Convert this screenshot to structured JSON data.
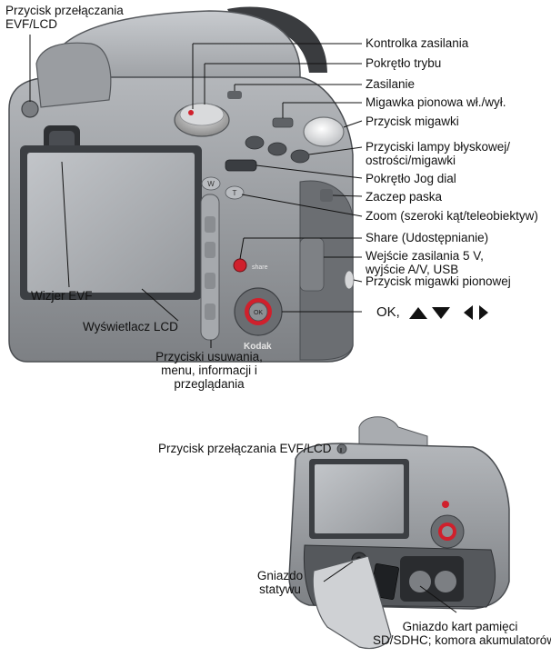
{
  "labels": {
    "evf_lcd_button": [
      "Przycisk przełączania",
      "EVF/LCD"
    ],
    "power_light": "Kontrolka zasilania",
    "mode_dial": "Pokrętło trybu",
    "power": "Zasilanie",
    "vertical_shutter_onoff": "Migawka pionowa wł./wył.",
    "shutter_button": "Przycisk migawki",
    "flash_focus_shutter_buttons": [
      "Przyciski lampy błyskowej/",
      "ostrości/migawki"
    ],
    "jog_dial": "Pokrętło Jog dial",
    "strap_post": "Zaczep paska",
    "zoom": "Zoom (szeroki kąt/teleobiektyw)",
    "share": "Share (Udostępnianie)",
    "ports": [
      "Wejście zasilania 5 V,",
      "wyjście A/V, USB"
    ],
    "vertical_shutter_button": "Przycisk migawki pionowej",
    "ok": "OK,",
    "evf": "Wizjer EVF",
    "lcd": "Wyświetlacz LCD",
    "delete_menu_info_review": [
      "Przyciski usuwania,",
      "menu, informacji i",
      "przeglądania"
    ],
    "evf_lcd_button_bottom": "Przycisk przełączania EVF/LCD",
    "tripod_socket": [
      "Gniazdo",
      "statywu"
    ],
    "card_battery": [
      "Gniazdo kart pamięci",
      "SD/SDHC; komora akumulatorów"
    ]
  },
  "camera_marks": {
    "brand": "Kodak",
    "share_word": "share",
    "ok_glyph": "OK",
    "zoom_wide": "W",
    "zoom_tele": "T"
  },
  "colors": {
    "body": "#8f9296",
    "body_dark": "#4e5155",
    "screen": "#a9acb0",
    "accent": "#d0202c"
  }
}
